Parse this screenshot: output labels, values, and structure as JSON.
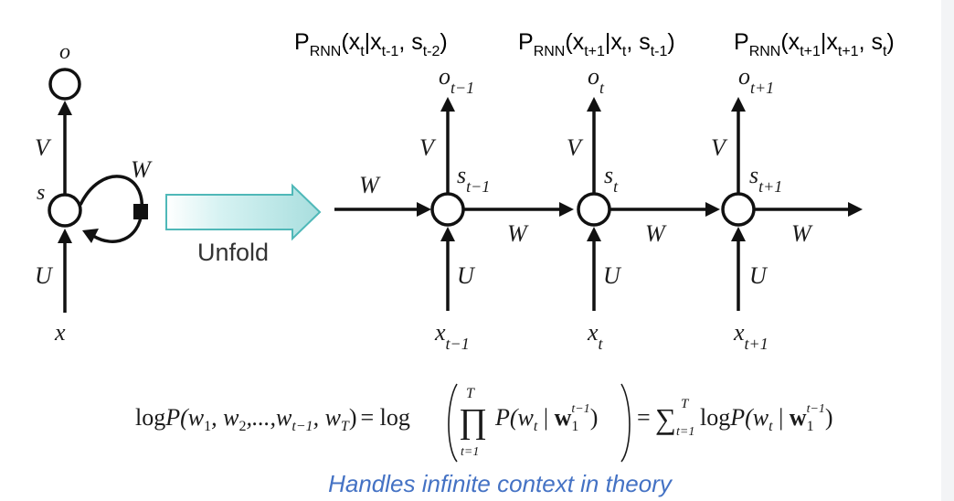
{
  "probabilities": [
    {
      "base": "P",
      "sub": "RNN",
      "open": "(x",
      "s1": "t",
      "bar": "|x",
      "s2": "t-1",
      "comma": ", s",
      "s3": "t-2",
      "close": ")"
    },
    {
      "base": "P",
      "sub": "RNN",
      "open": "(x",
      "s1": "t+1",
      "bar": "|x",
      "s2": "t",
      "comma": ", s",
      "s3": "t-1",
      "close": ")"
    },
    {
      "base": "P",
      "sub": "RNN",
      "open": "(x",
      "s1": "t+1",
      "bar": "|x",
      "s2": "t+1",
      "comma": ", s",
      "s3": "t",
      "close": ")"
    }
  ],
  "folded": {
    "output": "o",
    "hidden": "s",
    "input": "x",
    "out_weight": "V",
    "in_weight": "U",
    "recurrent_weight": "W"
  },
  "unfold_label": "Unfold",
  "unfolded": {
    "incoming_weight": "W",
    "steps": [
      {
        "o": "o",
        "o_sub": "t−1",
        "s": "s",
        "s_sub": "t−1",
        "x": "x",
        "x_sub": "t−1",
        "V": "V",
        "U": "U",
        "W": "W"
      },
      {
        "o": "o",
        "o_sub": "t",
        "s": "s",
        "s_sub": "t",
        "x": "x",
        "x_sub": "t",
        "V": "V",
        "U": "U",
        "W": "W"
      },
      {
        "o": "o",
        "o_sub": "t+1",
        "s": "s",
        "s_sub": "t+1",
        "x": "x",
        "x_sub": "t+1",
        "V": "V",
        "U": "U",
        "W": "W"
      }
    ]
  },
  "equation": {
    "lhs_log": "log",
    "lhs_P": "P",
    "lhs_args": "(w",
    "lhs_s1": "1",
    "lhs_c1": ", w",
    "lhs_s2": "2",
    "lhs_c2": ",...,w",
    "lhs_s3": "t−1",
    "lhs_c3": ", w",
    "lhs_s4": "T",
    "lhs_close": ")",
    "eq1": "= log",
    "prod_sym": "∏",
    "prod_upper": "T",
    "prod_lower": "t=1",
    "mid_P": "P",
    "mid_open": "(w",
    "mid_sub": "t",
    "mid_bar": " | ",
    "mid_bold": "w",
    "mid_bold_sub": "1",
    "mid_bold_sup": "t−1",
    "mid_close": ")",
    "eq2": "=",
    "sum_sym": "∑",
    "sum_upper": "T",
    "sum_lower": "t=1",
    "rhs_log": "log",
    "rhs_P": "P",
    "rhs_open": "(w",
    "rhs_sub": "t",
    "rhs_bar": " | ",
    "rhs_bold": "w",
    "rhs_bold_sub": "1",
    "rhs_bold_sup": "t−1",
    "rhs_close": ")"
  },
  "caption": "Handles infinite context in theory",
  "colors": {
    "caption": "#4472c4",
    "unfold_arrow_fill": "#bfe8e8",
    "unfold_arrow_stroke": "#4fb8b8",
    "ink": "#111111"
  }
}
